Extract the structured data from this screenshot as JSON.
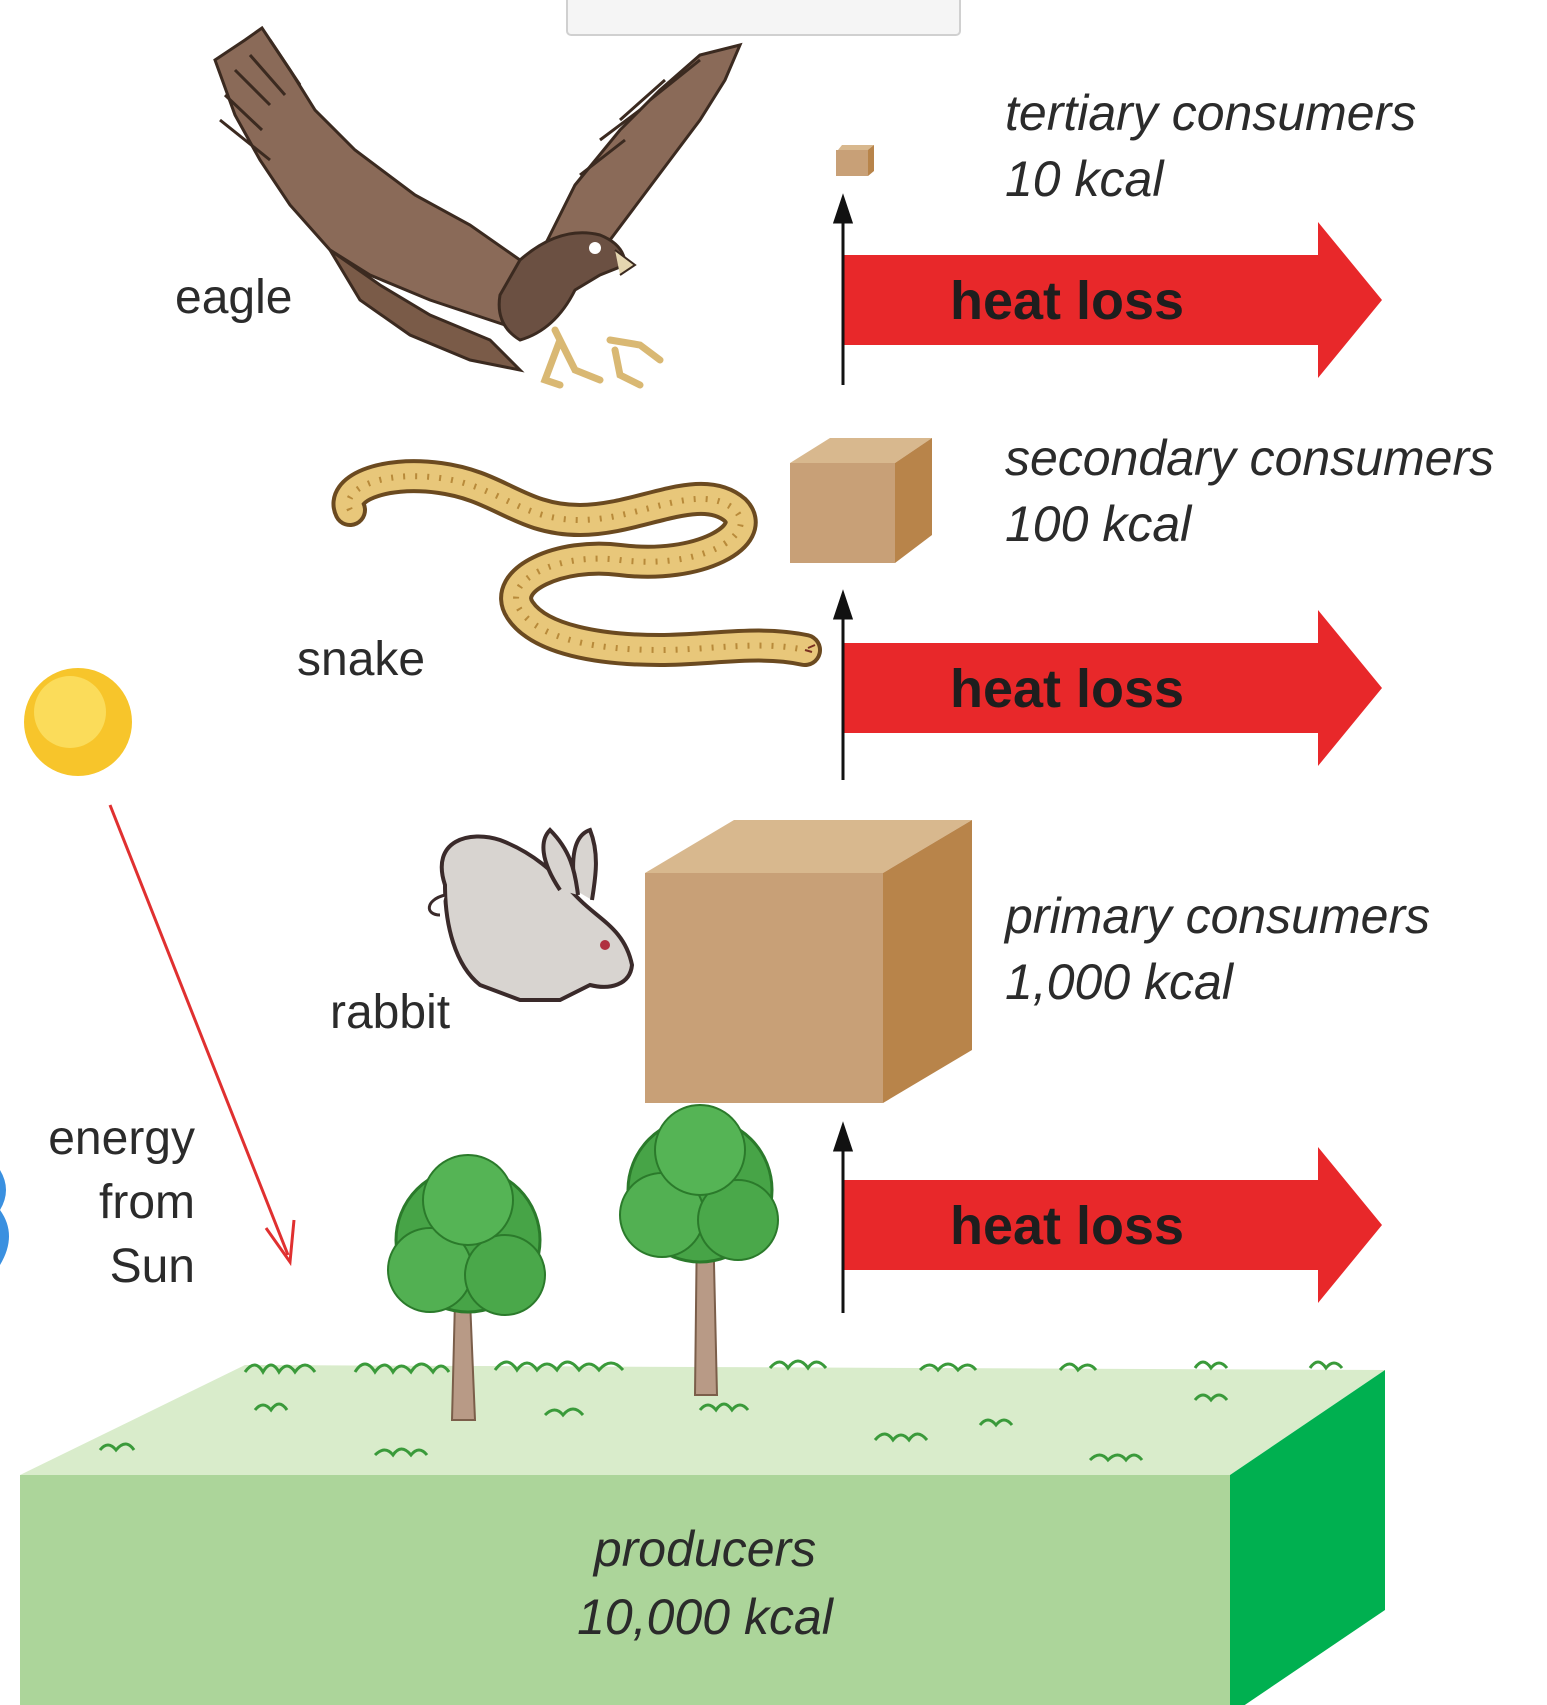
{
  "animals": {
    "eagle": "eagle",
    "snake": "snake",
    "rabbit": "rabbit"
  },
  "levels": {
    "tertiary": {
      "name": "tertiary consumers",
      "energy": "10 kcal"
    },
    "secondary": {
      "name": "secondary consumers",
      "energy": "100 kcal"
    },
    "primary": {
      "name": "primary consumers",
      "energy": "1,000 kcal"
    },
    "producers": {
      "name": "producers",
      "energy": "10,000 kcal"
    }
  },
  "heat_loss_label": "heat loss",
  "sun": {
    "line1": "energy",
    "line2": "from",
    "line3": "Sun"
  },
  "colors": {
    "heat_arrow": "#e8282a",
    "cube_front": "#c8a077",
    "cube_top": "#d8b88e",
    "cube_side": "#b8844a",
    "ground_top": "#d9eccb",
    "ground_front": "#acd59a",
    "ground_side": "#00b050",
    "sun": "#f7c52b",
    "energy_arrow": "#e03030"
  }
}
